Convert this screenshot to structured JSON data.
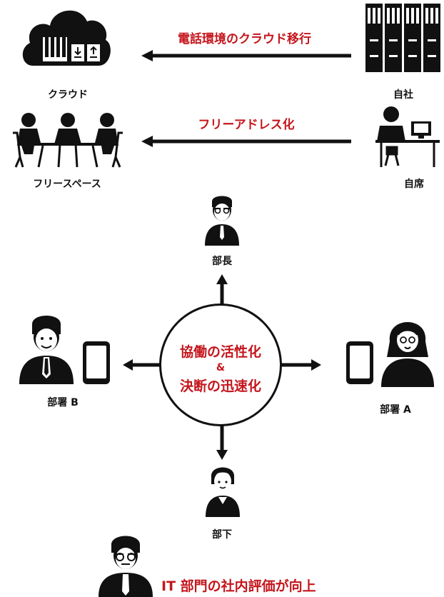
{
  "top_section": {
    "row1": {
      "arrow_label": "電話環境のクラウド移行",
      "left_label": "クラウド",
      "right_label": "自社"
    },
    "row2": {
      "arrow_label": "フリーアドレス化",
      "left_label": "フリースペース",
      "right_label": "自席"
    }
  },
  "hub": {
    "line1": "協働の活性化",
    "line2": "&",
    "line3": "決断の迅速化"
  },
  "nodes": {
    "top": "部長",
    "left": "部署 B",
    "right": "部署 A",
    "bottom": "部下"
  },
  "footer": {
    "text": "IT 部門の社内評価が向上"
  },
  "colors": {
    "accent": "#c4161c",
    "ink": "#111111"
  },
  "icons": {
    "cloud": "cloud-server-icon",
    "building": "server-rack-icon",
    "meeting": "meeting-table-icon",
    "desk": "desk-worker-icon",
    "person": "person-avatar-icon",
    "phone": "smartphone-icon"
  }
}
